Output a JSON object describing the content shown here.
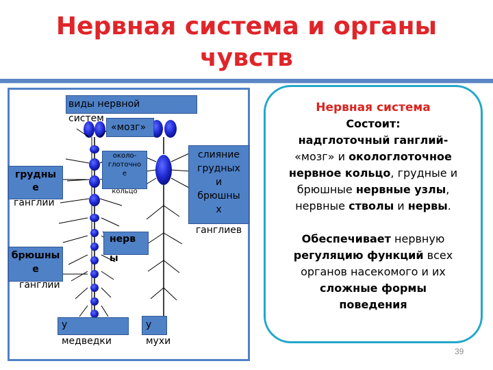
{
  "title": {
    "line1": "Нервная система и органы",
    "line2": "чувств"
  },
  "diagram": {
    "labels": {
      "types_a": "виды нервной",
      "types_b": "систем",
      "brain": "«мозг»",
      "ring_1": "около-",
      "ring_2": "глоточно",
      "ring_3": "е",
      "ring_4": "кольцо",
      "thoracic_1": "грудны",
      "thoracic_2": "е",
      "thoracic_3": "ганглии",
      "abdominal_1": "брюшны",
      "abdominal_2": "е",
      "abdominal_3": "ганглии",
      "nerves_1": "нерв",
      "nerves_2": "ы",
      "fusion_1": "слияние",
      "fusion_2": "грудных",
      "fusion_3": "и",
      "fusion_4": "брюшны",
      "fusion_5": "х",
      "fusion_6": "ганглиев",
      "mole_1": "у",
      "mole_2": "медведки",
      "fly_1": "у",
      "fly_2": "мухи"
    }
  },
  "card": {
    "title": "Нервная система",
    "l1": "Состоит:",
    "l2a": "надглоточный ганглий-",
    "l3a": "«мозг» и ",
    "l3b": "окологлоточное",
    "l4a": "нервное кольцо",
    "l4b": ", грудные и",
    "l5a": "брюшные ",
    "l5b": "нервные узлы",
    "l5c": ",",
    "l6a": "нервные ",
    "l6b": "стволы",
    "l6c": " и ",
    "l6d": "нервы",
    "l6e": ".",
    "l7a": "Обеспечивает",
    "l7b": " нервную",
    "l8a": "регуляцию функций",
    "l8b": " всех",
    "l9": "органов насекомого и их",
    "l10": "сложные формы",
    "l11": "поведения"
  },
  "page_number": "39",
  "colors": {
    "title": "#e0252a",
    "label_box": "#4f81c7",
    "ganglion": "#1f2ad4",
    "card_border": "#22a7c9",
    "card_title": "#d9241f"
  }
}
